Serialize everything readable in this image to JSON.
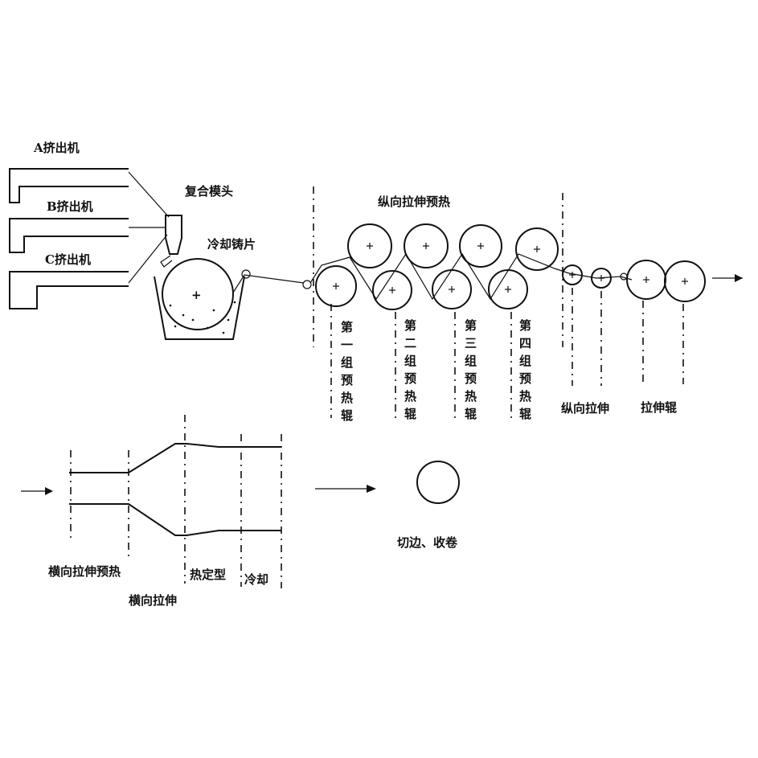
{
  "extruders": {
    "a_label": "A挤出机",
    "b_label": "B挤出机",
    "c_label": "C挤出机"
  },
  "die_label": "复合模头",
  "casting_label": "冷却铸片",
  "md_preheat_label": "纵向拉伸预热",
  "preheat_groups": [
    {
      "label": "第一组预热辊",
      "chars": [
        "第",
        "一",
        "组",
        "预",
        "热",
        "辊"
      ]
    },
    {
      "label": "第二组预热辊",
      "chars": [
        "第",
        "二",
        "组",
        "预",
        "热",
        "辊"
      ]
    },
    {
      "label": "第三组预热辊",
      "chars": [
        "第",
        "三",
        "组",
        "预",
        "热",
        "辊"
      ]
    },
    {
      "label": "第四组预热辊",
      "chars": [
        "第",
        "四",
        "组",
        "预",
        "热",
        "辊"
      ]
    }
  ],
  "md_stretch_label": "纵向拉伸",
  "stretch_roll_label": "拉伸辊",
  "td_preheat_label": "横向拉伸预热",
  "heat_set_label": "热定型",
  "cooling_label": "冷却",
  "td_stretch_label": "横向拉伸",
  "winding_label": "切边、收卷"
}
